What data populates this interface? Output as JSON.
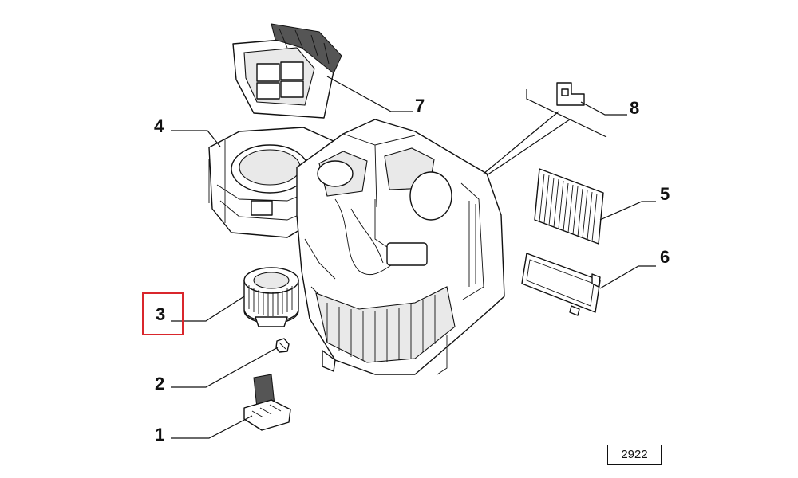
{
  "callouts": {
    "c1": "1",
    "c2": "2",
    "c3": "3",
    "c4": "4",
    "c5": "5",
    "c6": "6",
    "c7": "7",
    "c8": "8"
  },
  "reference_number": "2922",
  "highlighted_callout": "3",
  "colors": {
    "line": "#111111",
    "highlight": "#d9262c",
    "background": "#ffffff"
  }
}
